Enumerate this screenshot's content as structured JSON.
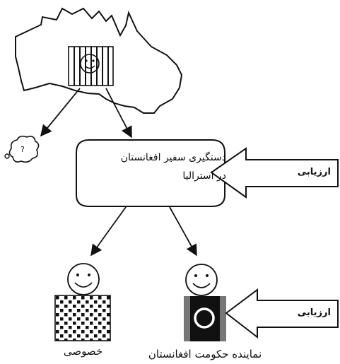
{
  "diagram": {
    "thought_bubble_mark": "?",
    "center_box": {
      "line1": "دستگیری سفیر افغانستان",
      "line2": "در استرالیا"
    },
    "top_arrow_label": "ارزیابی",
    "bottom_arrow_label": "ارزیابی",
    "left_person_label": "خصوصی",
    "right_person_label": "نماینده حکومت افغانستان"
  },
  "colors": {
    "stroke": "#111111",
    "fill": "#ffffff"
  },
  "icons": [
    "australia-map-shape",
    "jailed-face-icon",
    "thought-bubble-icon",
    "smiley-face-icon",
    "checker-body-icon",
    "ring-body-icon",
    "block-arrow-icon"
  ]
}
